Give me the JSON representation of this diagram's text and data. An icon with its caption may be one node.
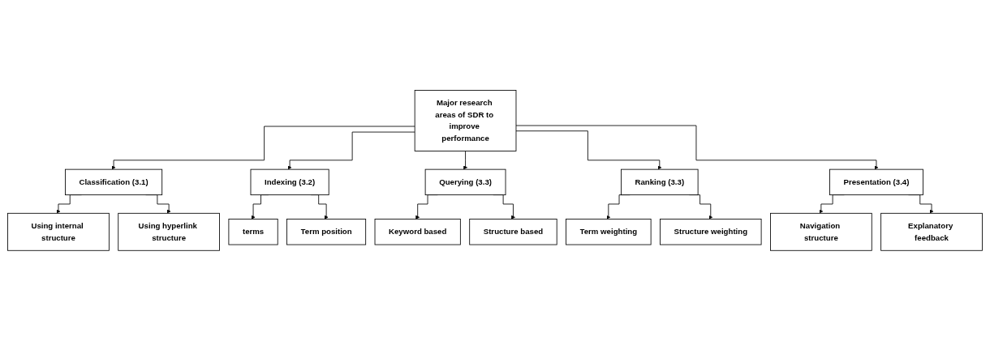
{
  "diagram": {
    "nodes": [
      {
        "text": [
          "Major research areas of SDR to improve performance"
        ]
      },
      {
        "text": [
          "Classification (3.1)"
        ]
      },
      {
        "text": [
          "Indexing (3.2)"
        ]
      },
      {
        "text": [
          "Querying (3.3)"
        ]
      },
      {
        "text": [
          "Ranking (3.3)"
        ]
      },
      {
        "text": [
          "Presentation (3.4)"
        ]
      },
      {
        "text": [
          "Using internal structure"
        ]
      },
      {
        "text": [
          "Using hyperlink structure"
        ]
      },
      {
        "text": [
          "terms"
        ]
      },
      {
        "text": [
          "Term position"
        ]
      },
      {
        "text": [
          "Keyword based"
        ]
      },
      {
        "text": [
          "Structure based"
        ]
      },
      {
        "text": [
          "Term weighting"
        ]
      },
      {
        "text": [
          "Structure weighting"
        ]
      },
      {
        "text": [
          "Navigation structure"
        ]
      },
      {
        "text": [
          "Explanatory feedback"
        ]
      }
    ],
    "edges": [
      {
        "from": 0,
        "to": 1,
        "arrow": "to"
      },
      {
        "from": 0,
        "to": 2,
        "arrow": "to"
      },
      {
        "from": 0,
        "to": 3,
        "arrow": "to"
      },
      {
        "from": 0,
        "to": 4,
        "arrow": "to"
      },
      {
        "from": 0,
        "to": 5,
        "arrow": "to"
      },
      {
        "from": 1,
        "to": 6,
        "arrow": "to"
      },
      {
        "from": 1,
        "to": 7,
        "arrow": "to"
      },
      {
        "from": 2,
        "to": 8,
        "arrow": "to"
      },
      {
        "from": 2,
        "to": 9,
        "arrow": "to"
      },
      {
        "from": 3,
        "to": 10,
        "arrow": "to"
      },
      {
        "from": 3,
        "to": 11,
        "arrow": "to"
      },
      {
        "from": 4,
        "to": 12,
        "arrow": "to"
      },
      {
        "from": 4,
        "to": 13,
        "arrow": "to"
      },
      {
        "from": 5,
        "to": 14,
        "arrow": "to"
      },
      {
        "from": 5,
        "to": 15,
        "arrow": "to"
      }
    ]
  }
}
